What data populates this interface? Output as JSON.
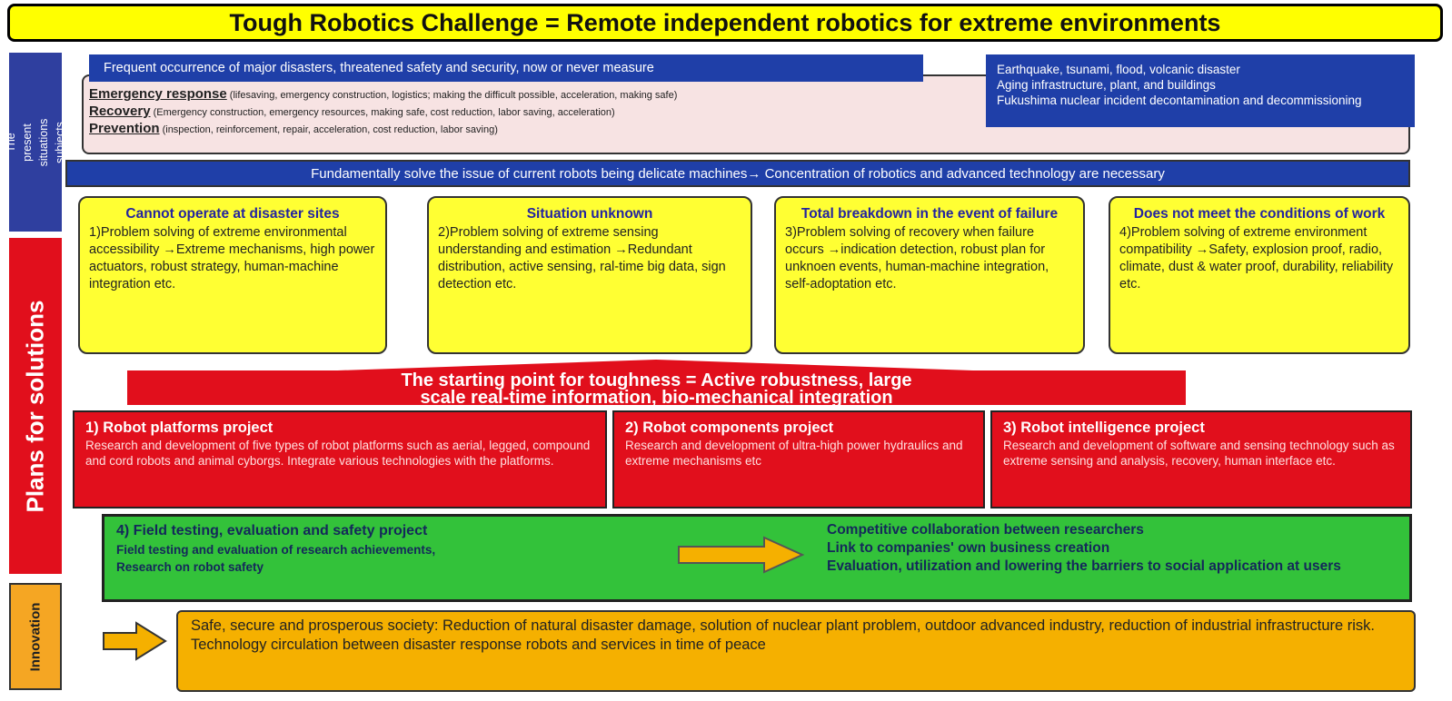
{
  "title": "Tough Robotics Challenge = Remote independent robotics for extreme environments",
  "sidebar": {
    "present": "The present situations subjects",
    "plans": "Plans for solutions",
    "innovation": "Innovation"
  },
  "situation": {
    "banner": "Frequent occurrence of major disasters, threatened safety and security, now or never measure",
    "disasters": [
      "Earthquake, tsunami, flood, volcanic disaster",
      "Aging infrastructure, plant, and buildings",
      "Fukushima nuclear incident decontamination and decommissioning"
    ],
    "responses": [
      {
        "heading": "Emergency response",
        "detail": " (lifesaving, emergency construction, logistics; making the difficult possible, acceleration, making safe)"
      },
      {
        "heading": "Recovery",
        "detail": " (Emergency construction, emergency resources, making safe, cost reduction, labor saving, acceleration)"
      },
      {
        "heading": "Prevention",
        "detail": " (inspection, reinforcement, repair, acceleration, cost reduction, labor saving)"
      }
    ],
    "fundamental": "Fundamentally solve the issue of current robots being delicate machines→ Concentration of robotics and advanced technology are necessary"
  },
  "problems": [
    {
      "heading": "Cannot operate at disaster sites",
      "body": "1)Problem solving of extreme environmental accessibility →Extreme mechanisms, high power actuators, robust strategy, human-machine integration etc."
    },
    {
      "heading": "Situation unknown",
      "body": "2)Problem solving of extreme sensing understanding and estimation →Redundant distribution, active sensing, ral-time big data, sign detection etc."
    },
    {
      "heading": "Total breakdown in the event of failure",
      "body": "3)Problem solving of recovery when failure occurs →indication detection, robust plan for unknoen events, human-machine integration, self-adoptation etc."
    },
    {
      "heading": "Does not meet the conditions of work",
      "body": "4)Problem solving of extreme environment compatibility →Safety, explosion proof, radio, climate, dust & water proof, durability, reliability etc."
    }
  ],
  "starting_point": {
    "line1": "The starting point for toughness = Active robustness, large",
    "line2": "scale real-time information, bio-mechanical integration"
  },
  "projects": [
    {
      "heading": "1) Robot platforms project",
      "body": "Research and development of five types of robot platforms such as aerial, legged, compound and cord robots and animal cyborgs. Integrate various technologies with the platforms."
    },
    {
      "heading": "2) Robot components project",
      "body": "Research and development of ultra-high power hydraulics and extreme mechanisms etc"
    },
    {
      "heading": "3) Robot intelligence project",
      "body": "Research and development of software and sensing technology such as extreme sensing and analysis, recovery, human interface etc."
    }
  ],
  "field_testing": {
    "heading": "4) Field testing, evaluation and safety project",
    "lines": [
      "Field testing and evaluation of research achievements,",
      "Research on robot safety"
    ],
    "outcomes": [
      "Competitive collaboration between researchers",
      "Link to companies' own business creation",
      "Evaluation, utilization and lowering the barriers to social application at users"
    ]
  },
  "innovation": {
    "text": "Safe, secure and prosperous society: Reduction of natural disaster damage, solution of nuclear plant problem, outdoor advanced industry, reduction of industrial infrastructure risk. Technology circulation between disaster response robots and services in time of peace"
  },
  "colors": {
    "yellow": "#ffff00",
    "blue": "#1f3fa8",
    "red": "#e10f1c",
    "green": "#33c23a",
    "orange": "#f5b000"
  }
}
